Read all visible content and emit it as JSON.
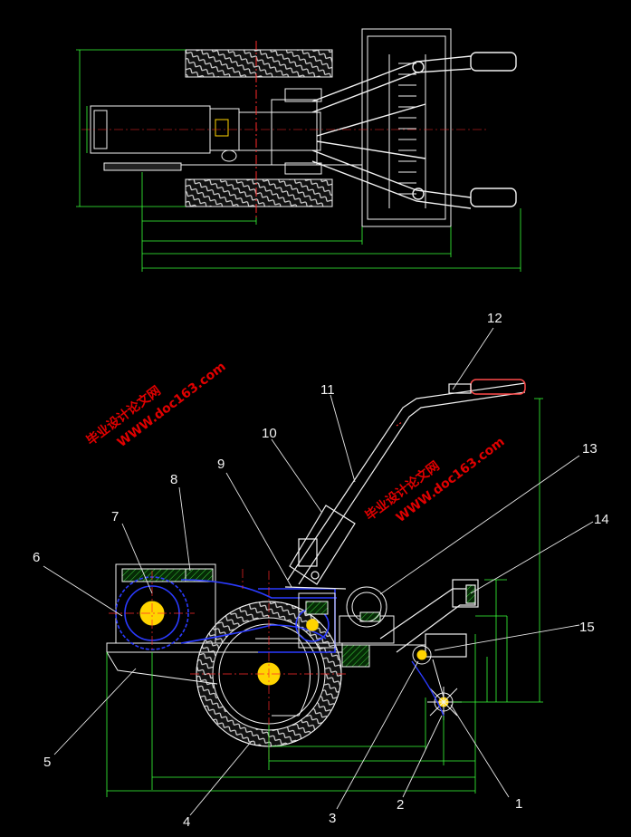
{
  "callouts": [
    "1",
    "2",
    "3",
    "4",
    "5",
    "6",
    "7",
    "8",
    "9",
    "10",
    "11",
    "12",
    "13",
    "14",
    "15"
  ],
  "watermark": {
    "url": "WWW.doc163.com",
    "site_name": "毕业设计论文网"
  },
  "colors": {
    "background": "#000000",
    "outline": "#f2f2f2",
    "dimension": "#39ff39",
    "centerline": "#ff2a2a",
    "hidden_line": "#2b3bff",
    "hatch_fill": "#0a6a0a",
    "yellow": "#ffd400",
    "leader": "#e8e8e8"
  }
}
